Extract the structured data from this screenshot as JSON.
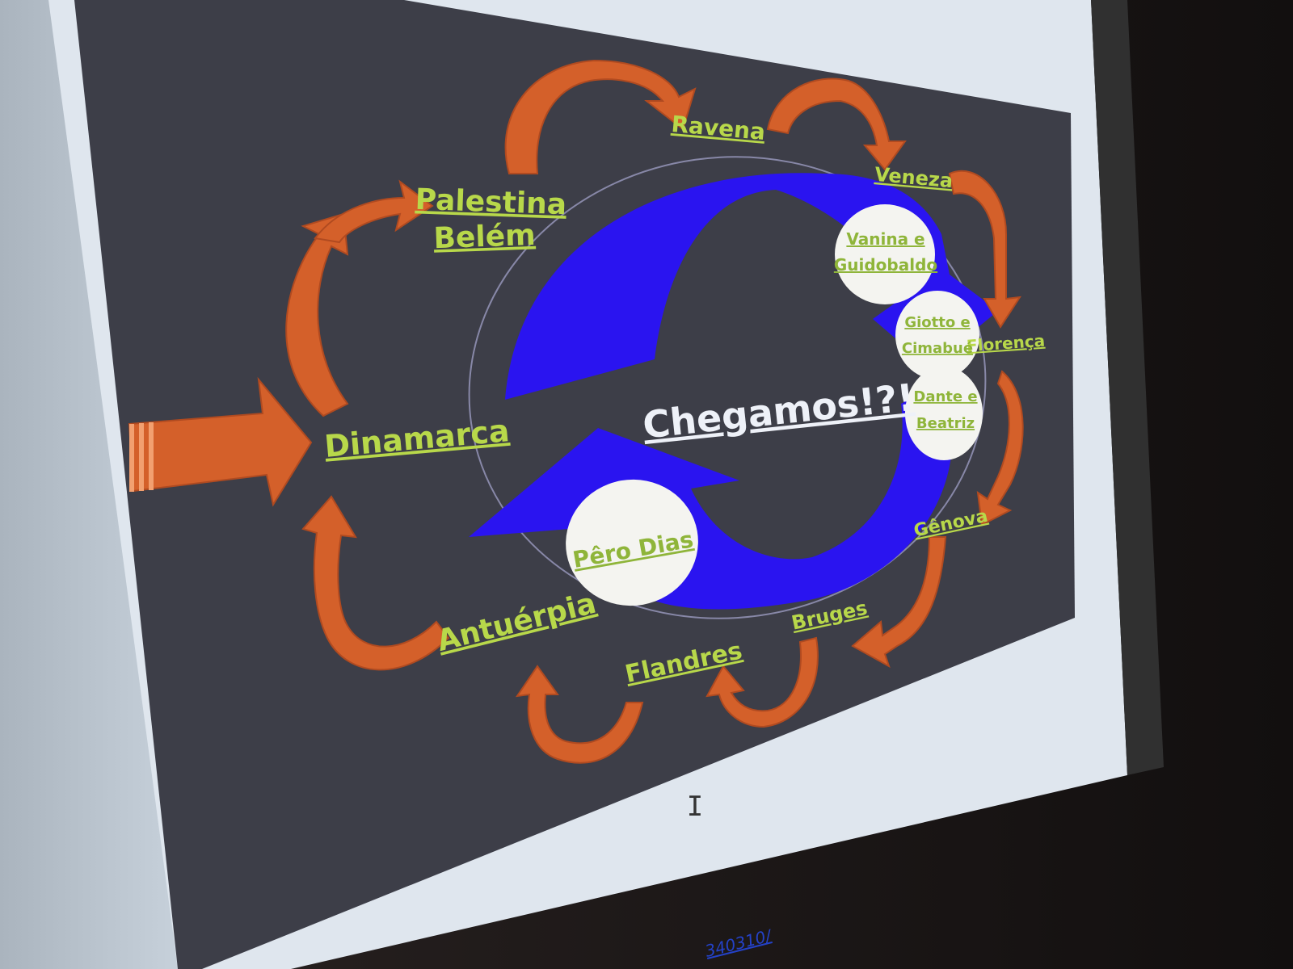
{
  "diagram": {
    "center_label": "Chegamos!?!",
    "locations": {
      "ravena": "Ravena",
      "veneza": "Veneza",
      "palestina": "Palestina",
      "belem": "Belém",
      "florenca": "Florença",
      "dinamarca": "Dinamarca",
      "genova": "Gênova",
      "bruges": "Bruges",
      "flandres": "Flandres",
      "antuerpia": "Antuérpia"
    },
    "bubbles": {
      "vanina_l1": "Vanina e",
      "vanina_l2": "Guidobaldo",
      "giotto_l1": "Giotto e",
      "giotto_l2": "Cimabué",
      "dante_l1": "Dante e",
      "dante_l2": "Beatriz",
      "pero": "Pêro Dias"
    }
  },
  "footer": {
    "link_fragment": "340310/",
    "cursor": "I"
  },
  "colors": {
    "slide_bg": "#3d3e48",
    "blue_arrow": "#2a14f0",
    "orange_arrow": "#d4602a",
    "label_green": "#b8d84a"
  }
}
